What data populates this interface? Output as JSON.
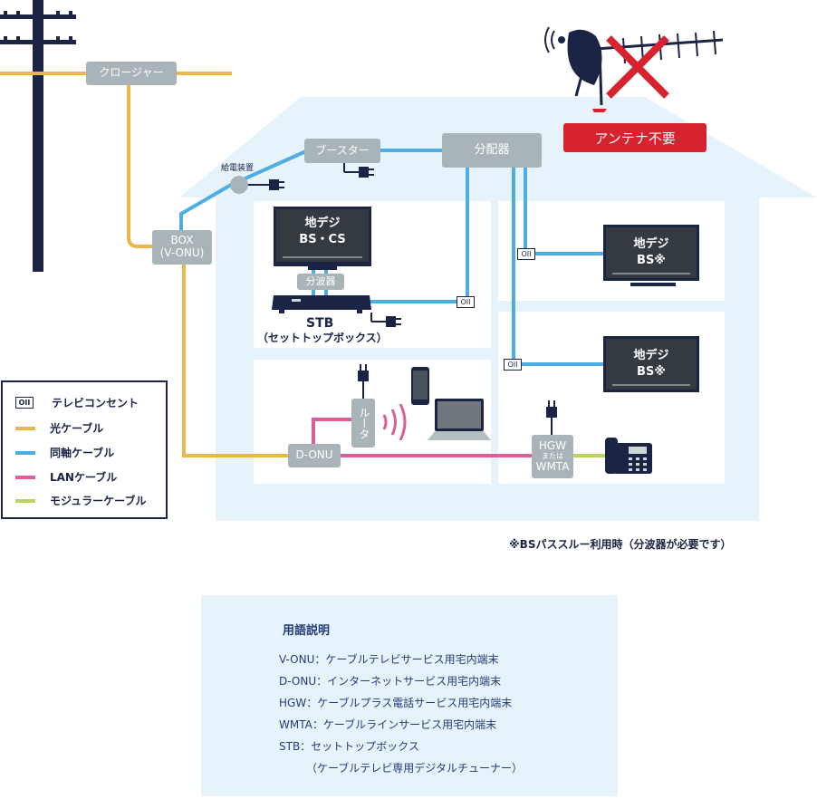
{
  "labels": {
    "closure": "クロージャー",
    "power_supply": "給電装置",
    "booster": "ブースター",
    "splitter": "分配器",
    "antenna_unneeded": "アンテナ不要",
    "box": "BOX\n(V-ONU)",
    "tv_main": "地デジ\nBS・CS",
    "demux": "分波器",
    "stb": "STB",
    "stb_sub": "（セットトップボックス）",
    "tv_right1": "地デジ\nBS※",
    "tv_right2": "地デジ\nBS※",
    "router": "ルータ",
    "d_onu": "D-ONU",
    "hgw_top": "HGW",
    "hgw_mid": "または",
    "hgw_bottom": "WMTA",
    "outlet_symbol": "OII",
    "footnote": "※BSパススルー利用時（分波器が必要です）"
  },
  "legend": [
    {
      "symbol": "OII",
      "label": "テレビコンセント",
      "color": ""
    },
    {
      "symbol": "",
      "label": "光ケーブル",
      "color": "#eab84a"
    },
    {
      "symbol": "",
      "label": "同軸ケーブル",
      "color": "#4eaee3"
    },
    {
      "symbol": "",
      "label": "LANケーブル",
      "color": "#d95f98"
    },
    {
      "symbol": "",
      "label": "モジュラーケーブル",
      "color": "#b8d65a"
    }
  ],
  "glossary": {
    "title": "用語説明",
    "lines": [
      "V-ONU：ケーブルテレビサービス用宅内端末",
      "D-ONU：インターネットサービス用宅内端末",
      "HGW：ケーブルプラス電話サービス用宅内端末",
      "WMTA：ケーブルラインサービス用宅内端末",
      "STB：セットトップボックス",
      "（ケーブルテレビ専用デジタルチューナー）"
    ]
  },
  "colors": {
    "fiber": "#eab84a",
    "coax": "#4eaee3",
    "lan": "#d95f98",
    "modular": "#b8d65a",
    "house": "#e6f3fa",
    "navy": "#1b2444",
    "warning": "#d6232f",
    "device_grey": "#a9b4b9"
  }
}
